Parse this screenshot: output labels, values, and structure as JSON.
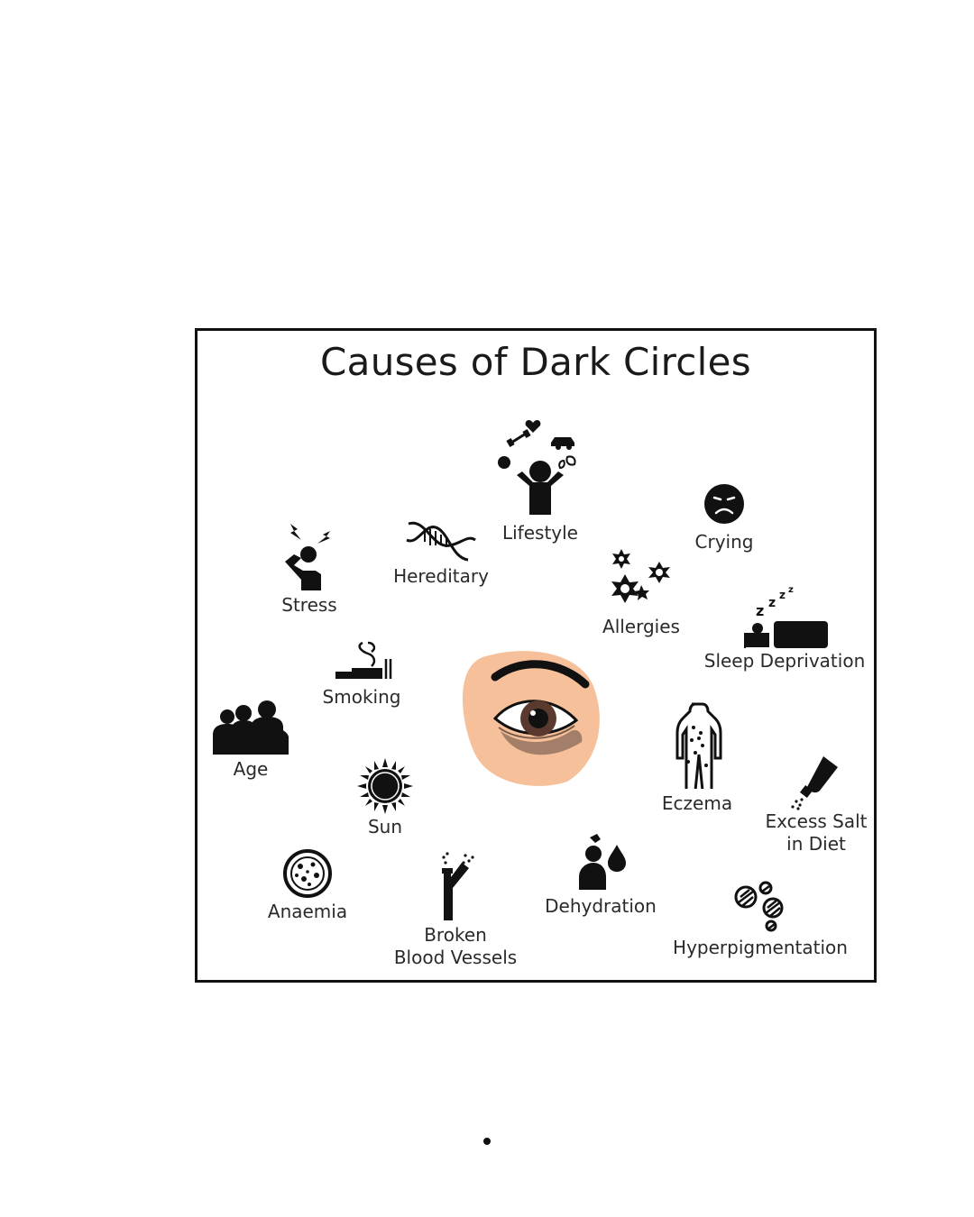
{
  "title": "Causes of Dark Circles",
  "causes": {
    "lifestyle": "Lifestyle",
    "crying": "Crying",
    "stress": "Stress",
    "hereditary": "Hereditary",
    "allergies": "Allergies",
    "sleep": "Sleep Deprivation",
    "smoking": "Smoking",
    "age": "Age",
    "sun": "Sun",
    "eczema": "Eczema",
    "salt_line1": "Excess Salt",
    "salt_line2": "in Diet",
    "anaemia": "Anaemia",
    "vessels_line1": "Broken",
    "vessels_line2": "Blood Vessels",
    "dehydration": "Dehydration",
    "hyperpigmentation": "Hyperpigmentation"
  },
  "icons": {
    "lifestyle": "person-juggling-icon",
    "crying": "sad-face-icon",
    "stress": "stressed-person-icon",
    "hereditary": "dna-icon",
    "allergies": "allergen-stars-icon",
    "sleep": "sleeping-person-icon",
    "smoking": "cigarette-icon",
    "age": "people-group-icon",
    "sun": "sun-icon",
    "eczema": "body-spots-icon",
    "salt": "salt-shaker-icon",
    "anaemia": "blood-cell-icon",
    "vessels": "broken-vessel-icon",
    "dehydration": "person-drop-icon",
    "hyperpigmentation": "pills-icon",
    "center": "dark-circle-eye-illustration"
  },
  "colors": {
    "skin": "#f5c09a",
    "dark_circle": "#a37e68",
    "iris": "#5a3a2e",
    "ink": "#111111",
    "frame": "#111111"
  }
}
